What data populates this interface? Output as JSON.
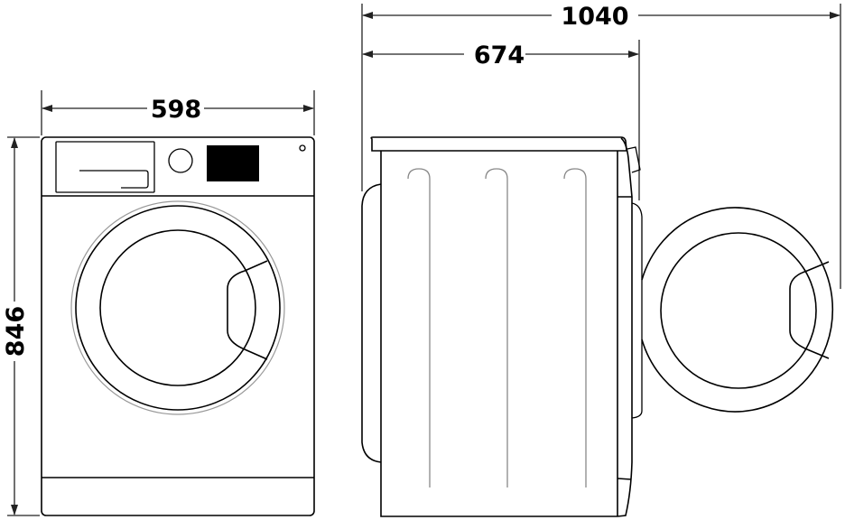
{
  "diagram": {
    "subject": "Washing machine dimension drawing",
    "units": "mm",
    "front_view": {
      "width_label": "598",
      "height_label": "846",
      "parts": [
        "detergent-drawer",
        "program-knob",
        "display-panel",
        "indicator-light",
        "porthole-door",
        "door-handle",
        "bottom-kickplate"
      ]
    },
    "side_view": {
      "depth_label": "674",
      "depth_door_open_label": "1040",
      "parts": [
        "top-panel",
        "side-body",
        "ventilation-grooves",
        "rear-bulge",
        "control-knob-profile",
        "closed-door-profile",
        "open-door"
      ]
    },
    "colors": {
      "line": "#000000",
      "secondary_line": "#888888",
      "display": "#000000",
      "background": "#ffffff"
    }
  }
}
